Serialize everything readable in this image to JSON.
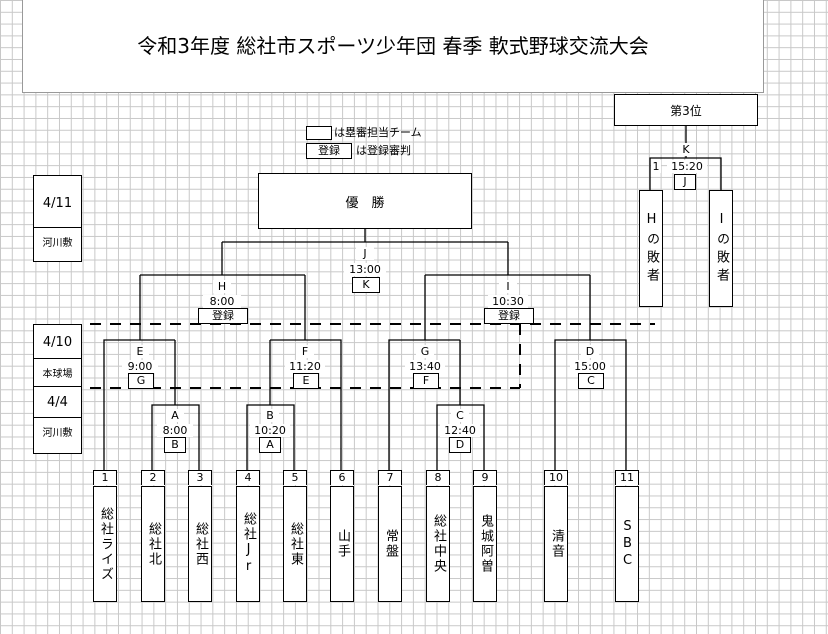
{
  "title": "令和3年度 総社市スポーツ少年団 春季 軟式野球交流大会",
  "legend": {
    "blank_box_text": "は塁審担当チーム",
    "register_label": "登録",
    "register_text": "は登録審判"
  },
  "champion": {
    "label": "優　勝"
  },
  "third_place": {
    "label": "第3位",
    "match_letter": "K",
    "match_time": "15:20",
    "umpire": "J",
    "field_num": "1",
    "left_entry": "Hの敗者",
    "right_entry": "Iの敗者"
  },
  "dates": [
    {
      "date": "4/11",
      "venue": "河川敷"
    },
    {
      "date": "4/10",
      "venue": "本球場"
    },
    {
      "date": "4/4",
      "venue": "河川敷"
    }
  ],
  "matches": {
    "A": {
      "letter": "A",
      "time": "8:00",
      "umpire": "B"
    },
    "B": {
      "letter": "B",
      "time": "10:20",
      "umpire": "A"
    },
    "C": {
      "letter": "C",
      "time": "12:40",
      "umpire": "D"
    },
    "D": {
      "letter": "D",
      "time": "15:00",
      "umpire": "C"
    },
    "E": {
      "letter": "E",
      "time": "9:00",
      "umpire": "G"
    },
    "F": {
      "letter": "F",
      "time": "11:20",
      "umpire": "E"
    },
    "G": {
      "letter": "G",
      "time": "13:40",
      "umpire": "F"
    },
    "H": {
      "letter": "H",
      "time": "8:00",
      "umpire": "登録"
    },
    "I": {
      "letter": "I",
      "time": "10:30",
      "umpire": "登録"
    },
    "J": {
      "letter": "J",
      "time": "13:00",
      "umpire": "K"
    }
  },
  "teams": [
    {
      "num": "1",
      "name": "総社ライズ"
    },
    {
      "num": "2",
      "name": "総社北"
    },
    {
      "num": "3",
      "name": "総社西"
    },
    {
      "num": "4",
      "name": "総社Jr"
    },
    {
      "num": "5",
      "name": "総社東"
    },
    {
      "num": "6",
      "name": "山手"
    },
    {
      "num": "7",
      "name": "常盤"
    },
    {
      "num": "8",
      "name": "総社中央"
    },
    {
      "num": "9",
      "name": "鬼城阿曽"
    },
    {
      "num": "10",
      "name": "清音"
    },
    {
      "num": "11",
      "name": "SBC"
    }
  ]
}
